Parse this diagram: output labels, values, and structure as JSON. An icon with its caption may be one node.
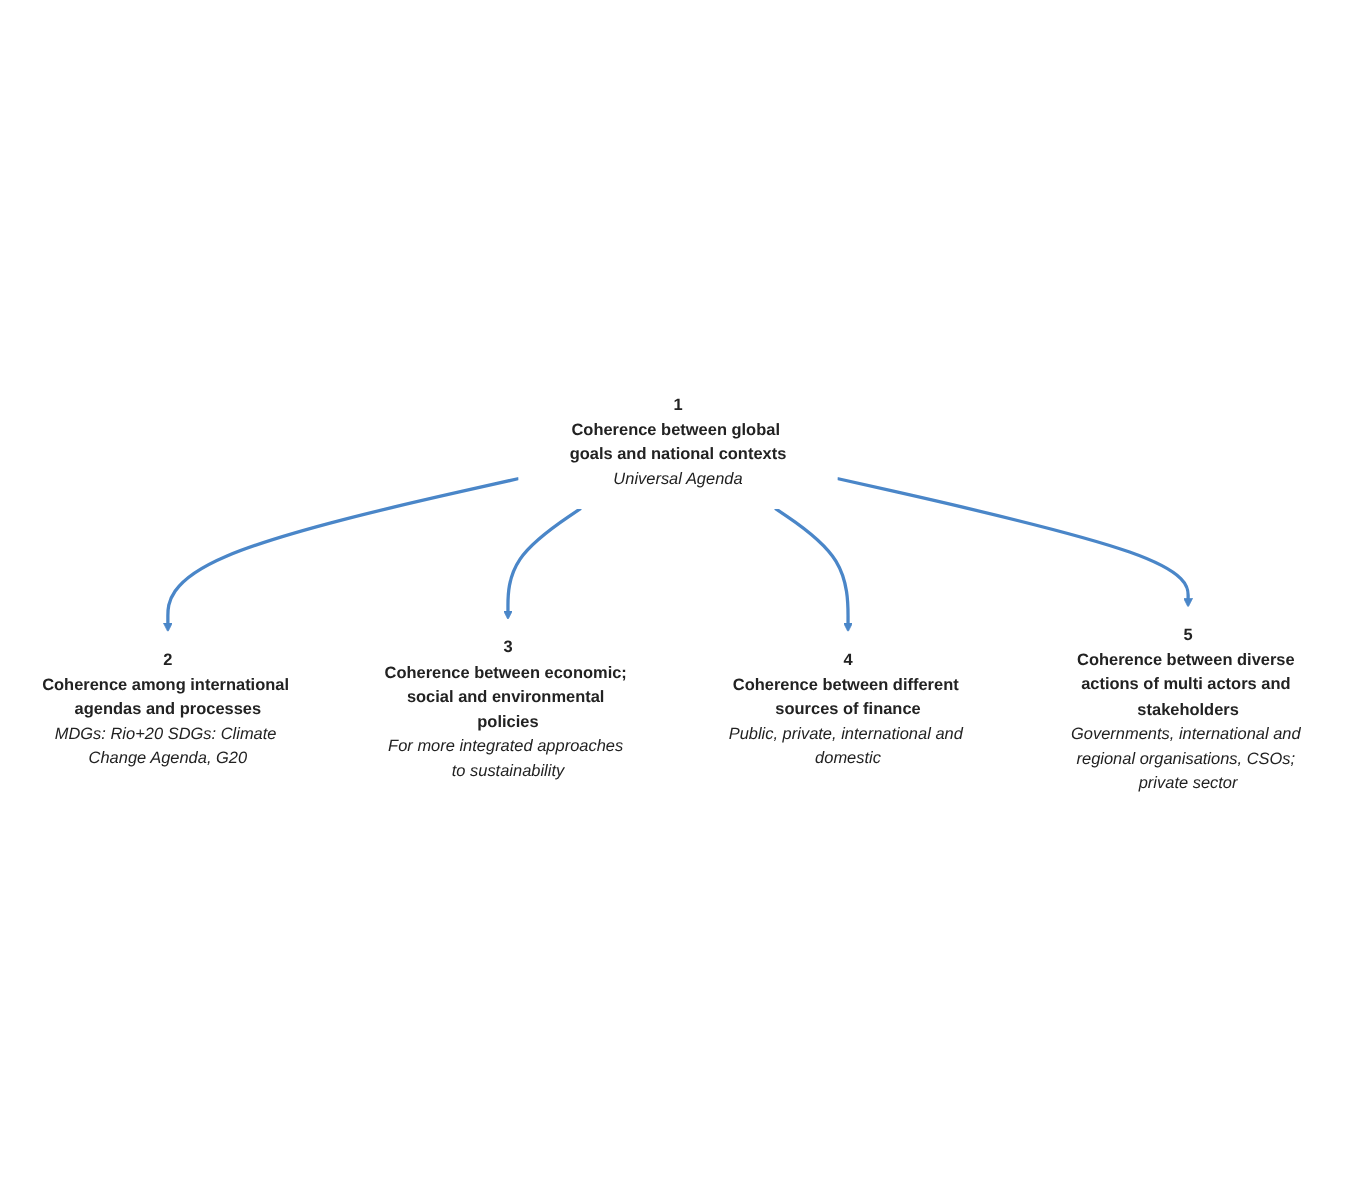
{
  "diagram": {
    "nodes": [
      {
        "text": [
          "1",
          "Coherence between global goals and national contexts",
          "Universal Agenda"
        ]
      },
      {
        "text": [
          "2",
          "Coherence among international agendas and processes",
          "MDGs: Rio+20 SDGs: Climate Change Agenda, G20"
        ]
      },
      {
        "text": [
          "3",
          "Coherence between economic; social and environmental policies",
          "For more integrated approaches to sustainability"
        ]
      },
      {
        "text": [
          "4",
          "Coherence between different sources of finance",
          "Public, private, international and domestic"
        ]
      },
      {
        "text": [
          "5",
          "Coherence between diverse actions of multi actors and stakeholders",
          "Governments, international and regional organisations, CSOs; private sector"
        ]
      }
    ],
    "edges": [
      {
        "from": 0,
        "to": 1,
        "arrow": "to",
        "color": "#4a86c8"
      },
      {
        "from": 0,
        "to": 2,
        "arrow": "to",
        "color": "#4a86c8"
      },
      {
        "from": 0,
        "to": 3,
        "arrow": "to",
        "color": "#4a86c8"
      },
      {
        "from": 0,
        "to": 4,
        "arrow": "to",
        "color": "#4a86c8"
      }
    ]
  }
}
